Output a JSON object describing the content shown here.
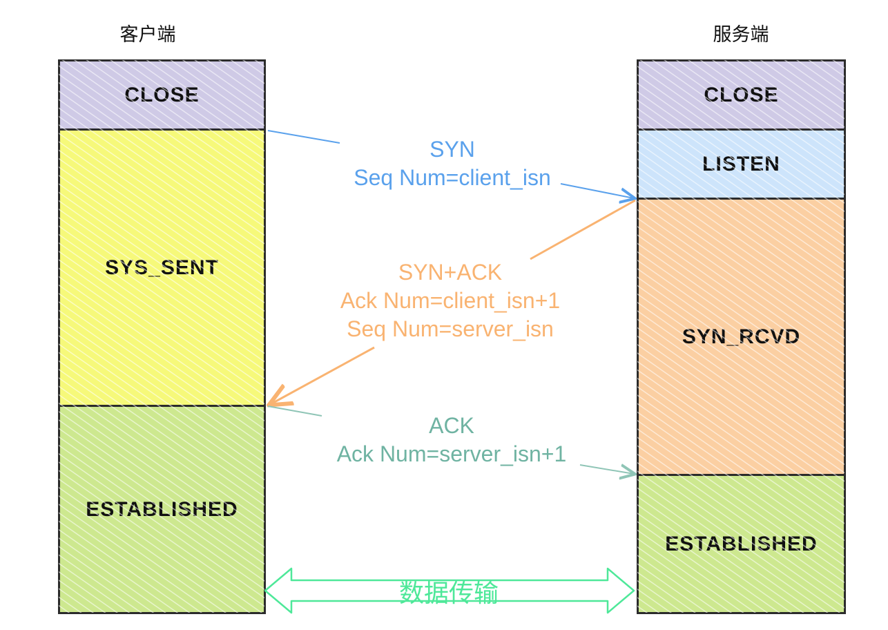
{
  "client": {
    "title": "客户端",
    "states": [
      {
        "label": "CLOSE",
        "fill": "#cfcae6"
      },
      {
        "label": "SYS_SENT",
        "fill": "#f6f97a"
      },
      {
        "label": "ESTABLISHED",
        "fill": "#cde88f"
      }
    ]
  },
  "server": {
    "title": "服务端",
    "states": [
      {
        "label": "CLOSE",
        "fill": "#cfcae6"
      },
      {
        "label": "LISTEN",
        "fill": "#cde4fb"
      },
      {
        "label": "SYN_RCVD",
        "fill": "#fbcfa2"
      },
      {
        "label": "ESTABLISHED",
        "fill": "#cde88f"
      }
    ]
  },
  "messages": {
    "syn": {
      "line1": "SYN",
      "line2": "Seq Num=client_isn",
      "color": "#5aa1ec"
    },
    "synack": {
      "line1": "SYN+ACK",
      "line2": "Ack Num=client_isn+1",
      "line3": "Seq Num=server_isn",
      "color": "#f9b371"
    },
    "ack": {
      "line1": "ACK",
      "line2": "Ack Num=server_isn+1",
      "color": "#6fb3a2"
    }
  },
  "data_transfer": {
    "label": "数据传输",
    "color": "#4ee899"
  }
}
